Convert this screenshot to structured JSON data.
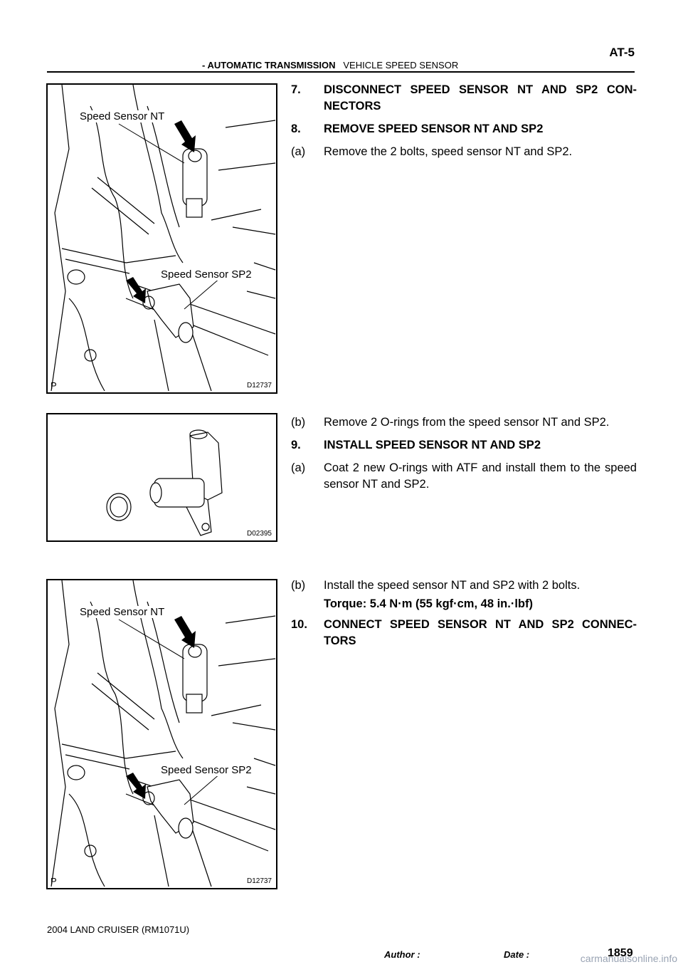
{
  "header": {
    "page_code": "AT-5",
    "section_bold": "- AUTOMATIC TRANSMISSION",
    "section_sub": "VEHICLE SPEED SENSOR"
  },
  "figures": [
    {
      "label_nt": "Speed Sensor NT",
      "label_sp2": "Speed Sensor SP2",
      "code": "D12737",
      "corner": "P"
    },
    {
      "code": "D02395"
    },
    {
      "label_nt": "Speed Sensor NT",
      "label_sp2": "Speed Sensor SP2",
      "code": "D12737",
      "corner": "P"
    }
  ],
  "steps": {
    "s7_num": "7.",
    "s7_text": "DISCONNECT SPEED SENSOR NT AND SP2 CON-NECTORS",
    "s8_num": "8.",
    "s8_text": "REMOVE SPEED SENSOR NT AND SP2",
    "s8a_num": "(a)",
    "s8a_text": "Remove the 2 bolts, speed sensor NT and SP2.",
    "s8b_num": "(b)",
    "s8b_text": "Remove 2 O-rings from the speed sensor NT and SP2.",
    "s9_num": "9.",
    "s9_text": "INSTALL SPEED SENSOR NT AND SP2",
    "s9a_num": "(a)",
    "s9a_text": "Coat 2 new O-rings with ATF and install them to the speed sensor NT and SP2.",
    "s9b_num": "(b)",
    "s9b_text": "Install the speed sensor NT and SP2 with 2 bolts.",
    "torque": "Torque: 5.4 N·m (55 kgf·cm, 48 in.·lbf)",
    "s10_num": "10.",
    "s10_text": "CONNECT SPEED SENSOR NT AND SP2 CONNEC-TORS"
  },
  "footer": {
    "model": "2004 LAND CRUISER   (RM1071U)",
    "author": "Author :",
    "date": "Date :",
    "page": "1859",
    "watermark": "carmanualsonline.info"
  }
}
